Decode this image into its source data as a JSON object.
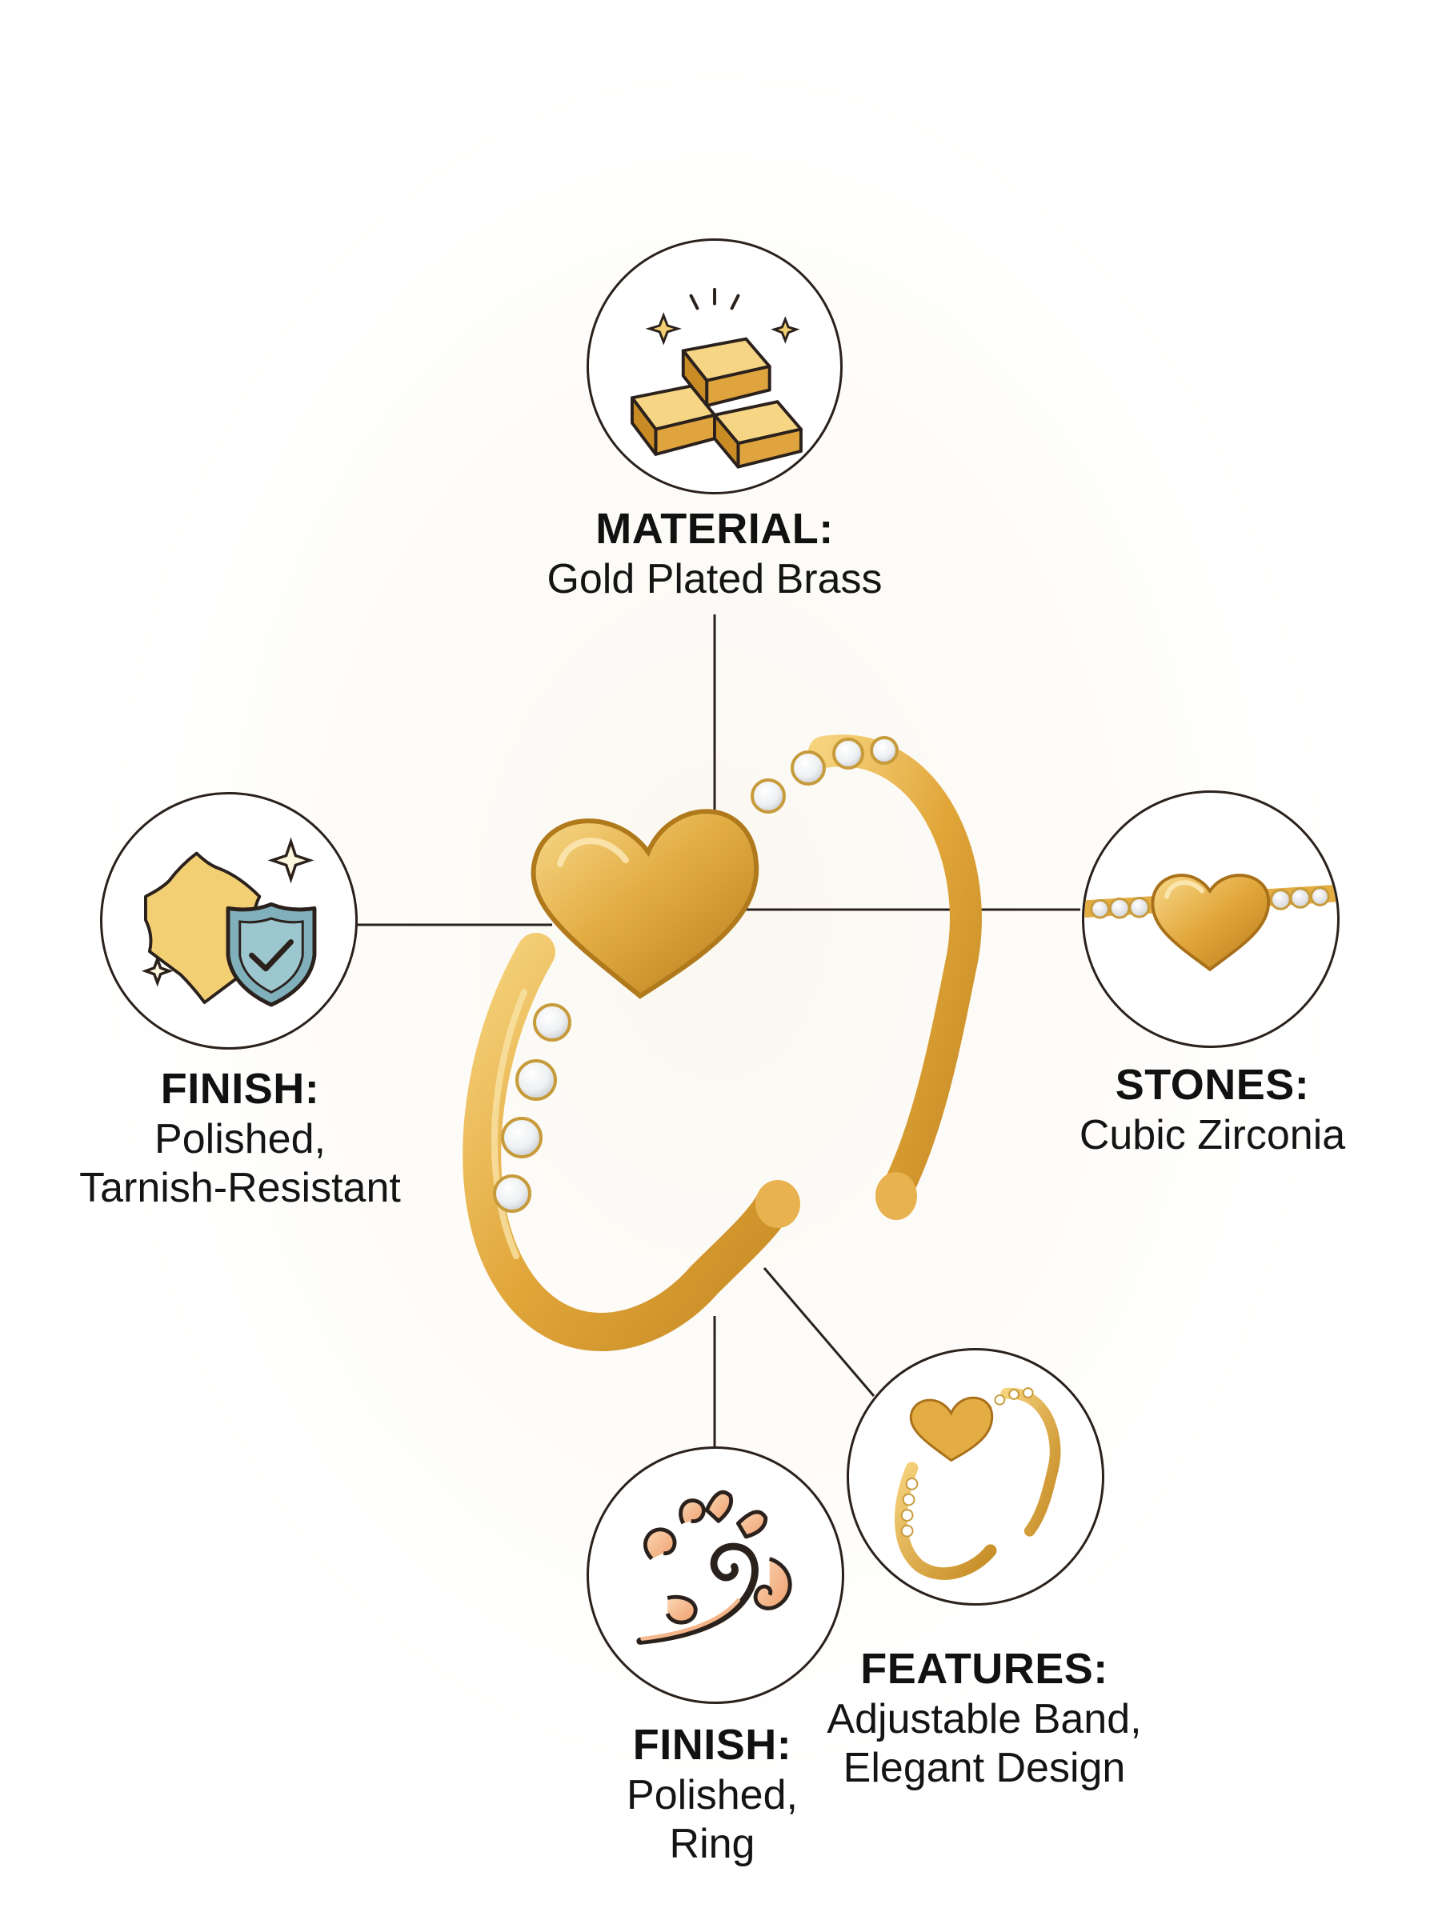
{
  "features": {
    "material": {
      "title": "MATERIAL:",
      "value_lines": [
        "Gold Plated Brass"
      ],
      "icon": "gold-bars-icon"
    },
    "finish_left": {
      "title": "FINISH:",
      "value_lines": [
        "Polished,",
        "Tarnish-Resistant"
      ],
      "icon": "polish-cloth-shield-icon"
    },
    "stones": {
      "title": "STONES:",
      "value_lines": [
        "Cubic Zirconia"
      ],
      "icon": "heart-stone-closeup-icon"
    },
    "features": {
      "title": "FEATURES:",
      "value_lines": [
        "Adjustable Band,",
        "Elegant Design"
      ],
      "icon": "ring-thumbnail-icon"
    },
    "finish_bottom": {
      "title": "FINISH:",
      "value_lines": [
        "Polished,",
        "Ring"
      ],
      "icon": "swirl-ornament-icon"
    }
  },
  "colors": {
    "gold_light": "#f3cf74",
    "gold_mid": "#e0a93a",
    "gold_dark": "#b97f1c",
    "outline": "#2b211c",
    "shield_blue": "#7fb0bb",
    "swirl_peach": "#f5b88c"
  }
}
